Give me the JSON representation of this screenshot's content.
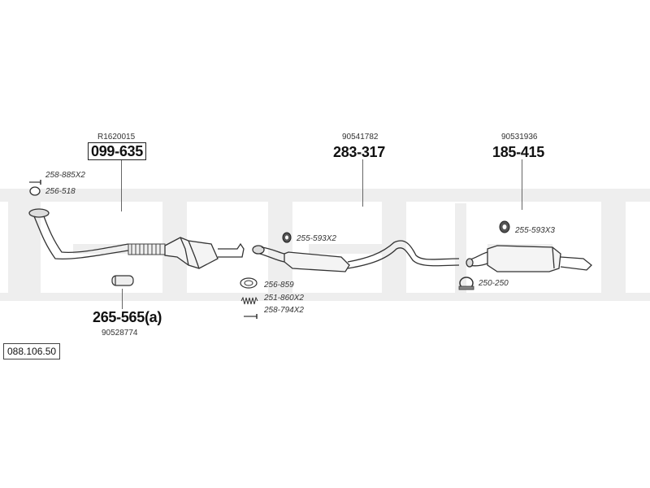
{
  "diagram": {
    "reference_number": "088.106.50",
    "parts": [
      {
        "oem": "R1620015",
        "part_number": "099-635"
      },
      {
        "oem": "90528774",
        "part_number": "265-565(a)"
      },
      {
        "oem": "90541782",
        "part_number": "283-317"
      },
      {
        "oem": "90531936",
        "part_number": "185-415"
      }
    ],
    "accessories": [
      {
        "code": "258-885X2",
        "icon": "bolt-icon"
      },
      {
        "code": "256-518",
        "icon": "gasket-ring-icon"
      },
      {
        "code": "255-593X2",
        "icon": "rubber-mount-icon"
      },
      {
        "code": "256-859",
        "icon": "flange-gasket-icon"
      },
      {
        "code": "251-860X2",
        "icon": "spring-icon"
      },
      {
        "code": "258-794X2",
        "icon": "bolt-icon"
      },
      {
        "code": "255-593X3",
        "icon": "rubber-mount-icon"
      },
      {
        "code": "250-250",
        "icon": "pipe-clamp-icon"
      }
    ]
  }
}
